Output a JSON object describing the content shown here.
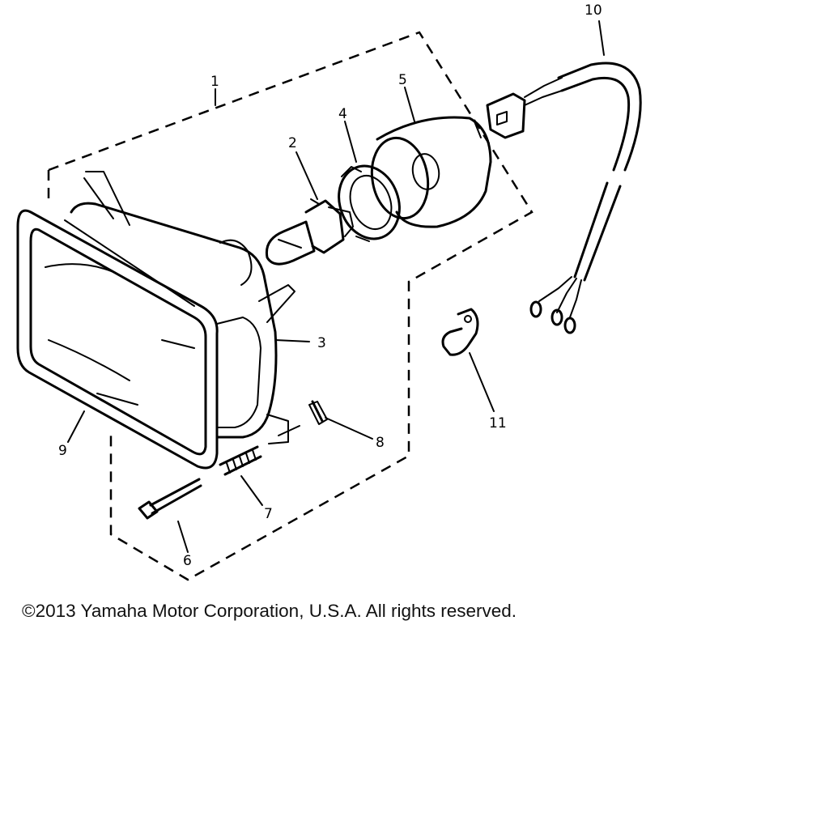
{
  "callouts": {
    "c1": "1",
    "c2": "2",
    "c3": "3",
    "c4": "4",
    "c5": "5",
    "c6": "6",
    "c7": "7",
    "c8": "8",
    "c9": "9",
    "c10": "10",
    "c11": "11"
  },
  "footer": {
    "copyright": "©2013 Yamaha Motor Corporation, U.S.A. All rights reserved."
  }
}
